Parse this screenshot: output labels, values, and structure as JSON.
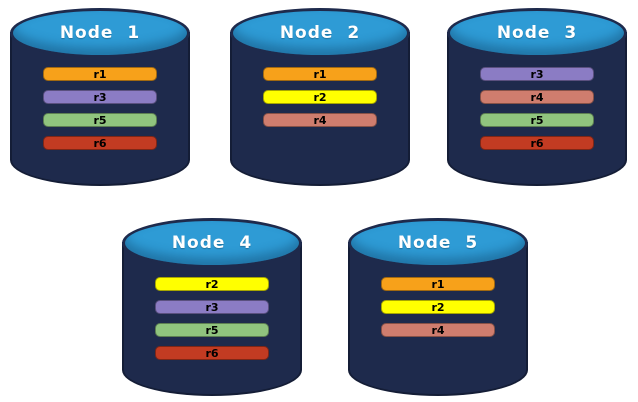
{
  "diagram": {
    "description": "Five database nodes showing replica placement",
    "replica_colors": {
      "r1": "#f7a11a",
      "r2": "#ffff00",
      "r3": "#8b7cc4",
      "r4": "#cf7d6e",
      "r5": "#90c47e",
      "r6": "#c23b22"
    },
    "node_colors": {
      "body": "#1e2a4c",
      "top": "#2e9bd5",
      "title_text": "#ffffff",
      "bar_text": "#000000"
    },
    "nodes": [
      {
        "title": "Node 1",
        "replicas": [
          "r1",
          "r3",
          "r5",
          "r6"
        ]
      },
      {
        "title": "Node 2",
        "replicas": [
          "r1",
          "r2",
          "r4"
        ]
      },
      {
        "title": "Node 3",
        "replicas": [
          "r3",
          "r4",
          "r5",
          "r6"
        ]
      },
      {
        "title": "Node 4",
        "replicas": [
          "r2",
          "r3",
          "r5",
          "r6"
        ]
      },
      {
        "title": "Node 5",
        "replicas": [
          "r1",
          "r2",
          "r4"
        ]
      }
    ]
  }
}
